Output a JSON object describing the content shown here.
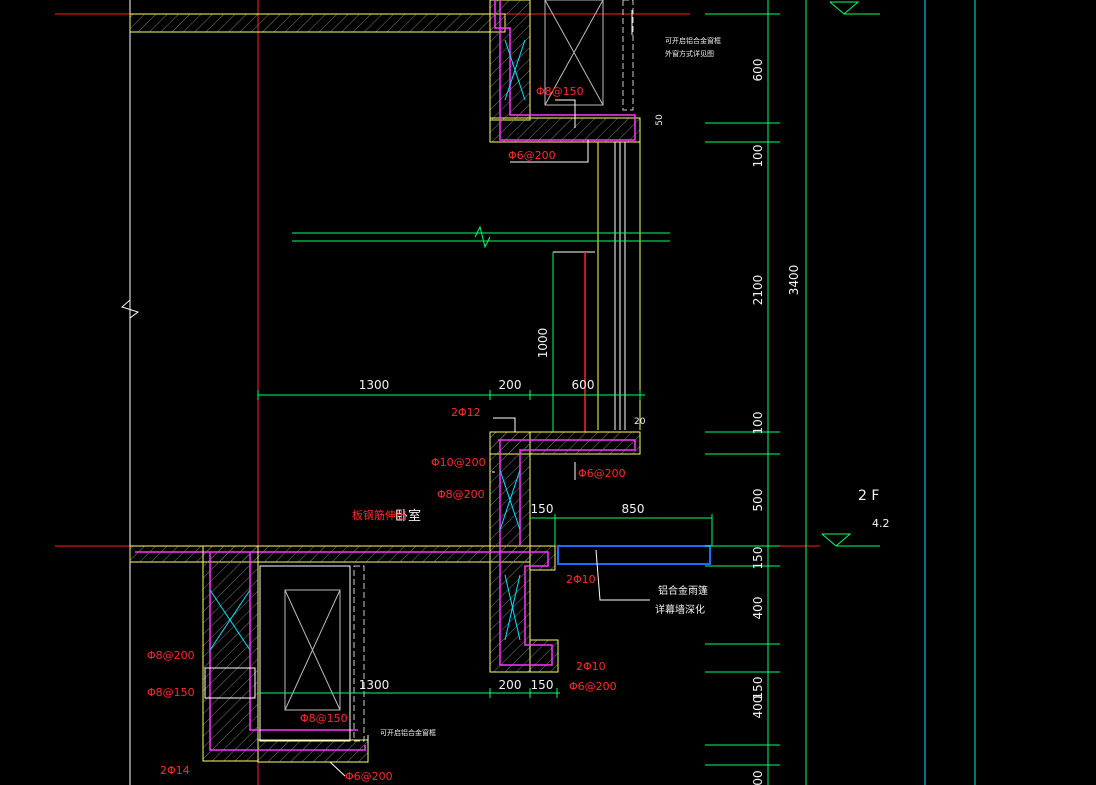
{
  "drawing": {
    "dims_vertical": [
      "600",
      "100",
      "2100",
      "3400",
      "1000",
      "100",
      "500",
      "150",
      "400",
      "400",
      "150",
      "00"
    ],
    "dims_horizontal_upper": [
      "1300",
      "200",
      "600",
      "150",
      "850"
    ],
    "dims_horizontal_lower": [
      "1300",
      "200",
      "150"
    ],
    "small_dim_50": "50",
    "small_dim_20": "20",
    "level_floor": "2 F",
    "level_value": "4.2",
    "rebar": {
      "top_150": "Φ8@150",
      "top_200": "Φ6@200",
      "mid_2_12": "2Φ12",
      "mid_10_200": "Φ10@200",
      "mid_8_200": "Φ8@200",
      "mid_6_200": "Φ6@200",
      "low_2_10a": "2Φ10",
      "low_2_10b": "2Φ10",
      "low_6_200": "Φ6@200",
      "left_8_200": "Φ8@200",
      "left_8_150": "Φ8@150",
      "left_2_14": "2Φ14",
      "bot_8_150": "Φ8@150",
      "bot_6_200": "Φ6@200"
    },
    "room_label": "卧室",
    "room_note": "板钢筋伸出",
    "window_note_1": "可开启铝合金窗框",
    "window_note_2": "外窗方式详见图",
    "canopy_note_1": "铝合金雨篷",
    "canopy_note_2": "详幕墙深化",
    "lower_window_note": "可开启铝合金窗框"
  },
  "colors": {
    "background": "#000000",
    "dimension": "#00ff66",
    "rebar_text": "#ff2a2a",
    "wall_outline": "#ffff66",
    "rebar_line": "#ff33ff",
    "hatch": "#8a8a8a",
    "cyan_line": "#00e5ff",
    "white_line": "#ffffff",
    "canopy": "#1e6bff"
  }
}
